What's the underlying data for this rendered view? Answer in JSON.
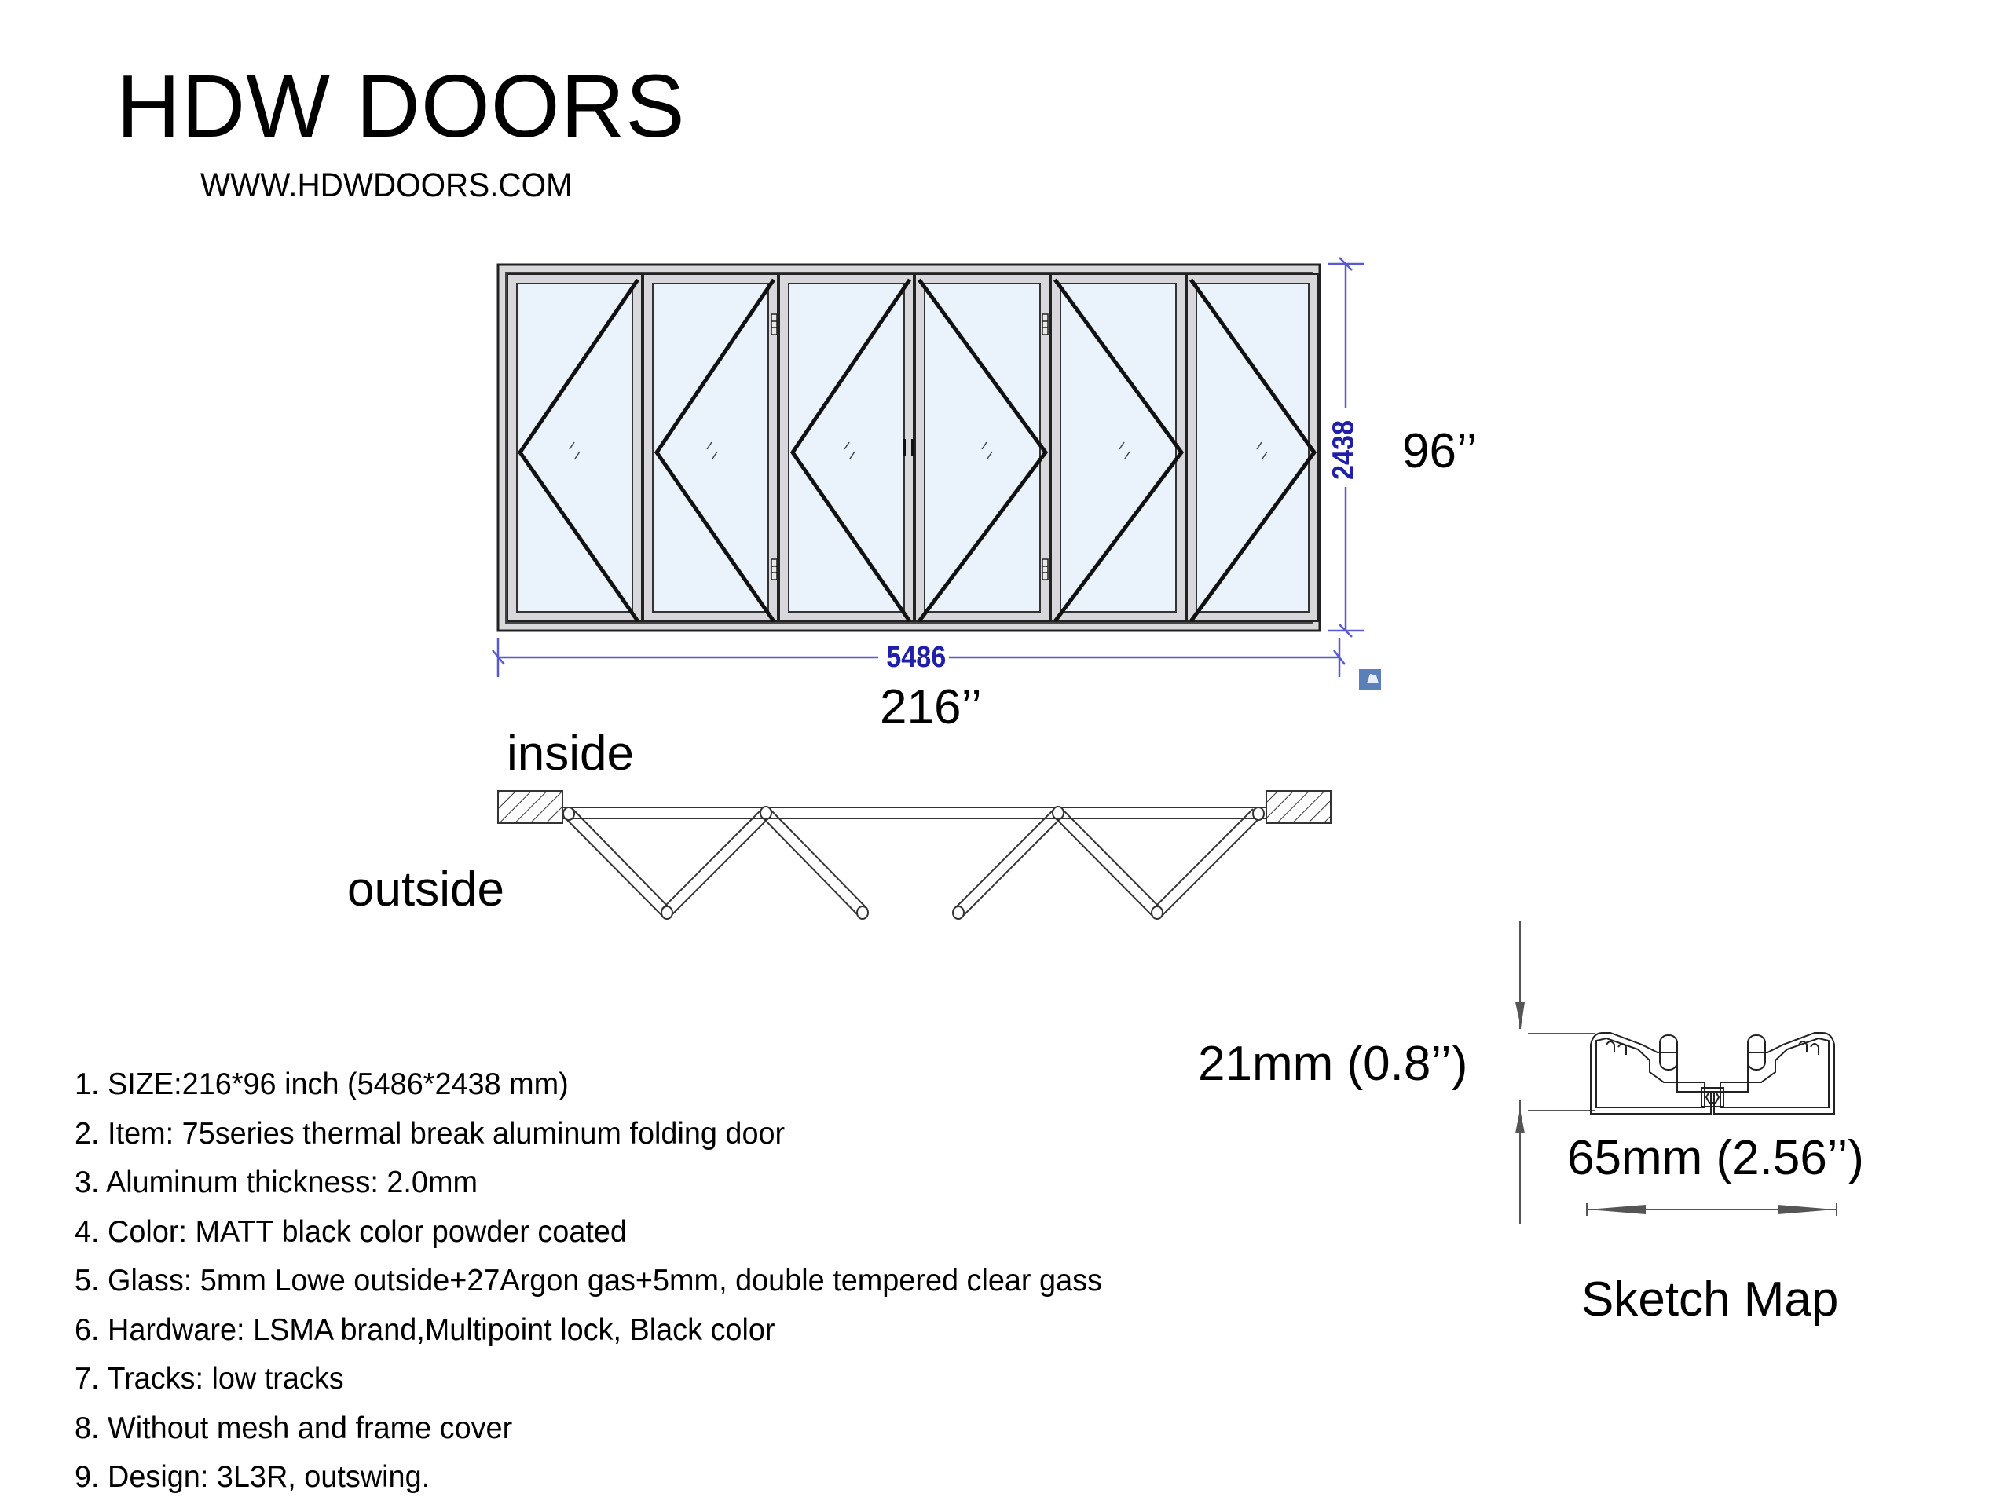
{
  "header": {
    "title": "HDW DOORS",
    "website": "WWW.HDWDOORS.COM"
  },
  "elevation": {
    "panel_count": 6,
    "width_mm": "5486",
    "height_mm": "2438",
    "width_in": "216’’",
    "height_in": "96’’",
    "dimension_color": "#1f1fa8",
    "glass_color": "#eaf3fc",
    "frame_color": "#d9d9dc"
  },
  "plan_view": {
    "inside_label": "inside",
    "outside_label": "outside"
  },
  "profile_sketch": {
    "height_label": "21mm (0.8’’)",
    "width_label": "65mm (2.56’’)",
    "caption": "Sketch Map"
  },
  "specs": [
    "1. SIZE:216*96 inch (5486*2438 mm)",
    "2. Item: 75series thermal break aluminum folding door",
    "3. Aluminum thickness: 2.0mm",
    "4. Color: MATT black color powder coated",
    "5. Glass: 5mm Lowe outside+27Argon gas+5mm, double tempered clear gass",
    "6. Hardware: LSMA brand,Multipoint lock, Black color",
    "7. Tracks: low tracks",
    "8. Without mesh and frame cover",
    "9. Design: 3L3R, outswing."
  ]
}
